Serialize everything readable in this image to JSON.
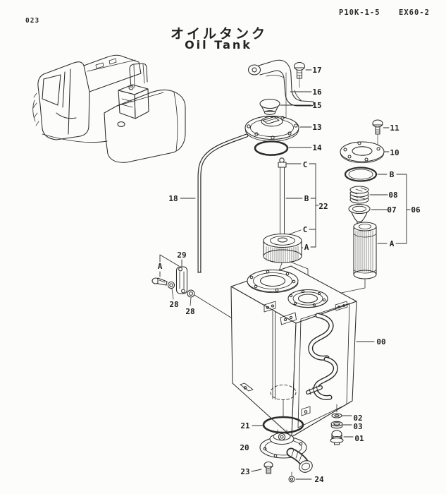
{
  "header": {
    "page_number": "023",
    "doc_code": "P10K-1-5",
    "model_code": "EX60-2",
    "title_jp": "オイルタンク",
    "title_en": "Oil Tank"
  },
  "colors": {
    "ink": "#2b2b2b",
    "paper": "#fcfcfa"
  },
  "callouts": {
    "p17": "17",
    "p16": "16",
    "p15": "15",
    "p13": "13",
    "p14": "14",
    "p11": "11",
    "p10": "10",
    "vB_right": "B",
    "p08": "08",
    "p07": "07",
    "g06": "06",
    "vA_right": "A",
    "vC_top": "C",
    "vB_mid": "B",
    "vC_mid": "C",
    "vA_mid": "A",
    "g22": "22",
    "p18": "18",
    "p29": "29",
    "vA_left": "A",
    "p28a": "28",
    "p28b": "28",
    "p00": "00",
    "p21": "21",
    "p20": "20",
    "p23": "23",
    "p24": "24",
    "p02": "02",
    "p03": "03",
    "p01": "01"
  }
}
